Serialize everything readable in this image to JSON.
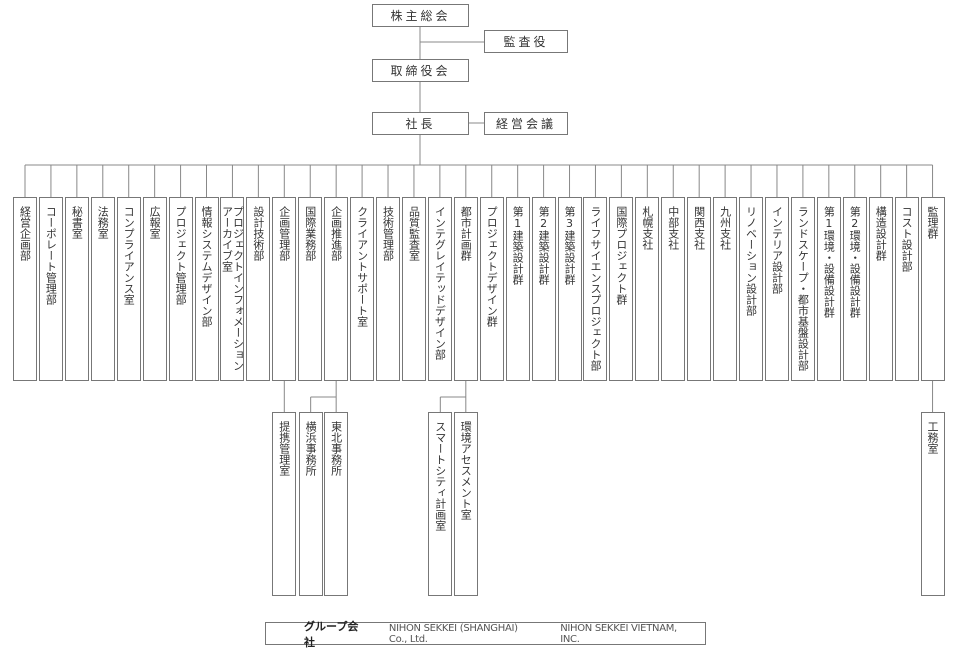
{
  "top": {
    "shareholders": "株主総会",
    "auditor": "監査役",
    "board": "取締役会",
    "president": "社長",
    "management_council": "経営会議"
  },
  "departments": [
    "経営企画部",
    "コーポレート管理部",
    "秘書室",
    "法務室",
    "コンプライアンス室",
    "広報室",
    "プロジェクト管理部",
    "情報システムデザイン部",
    "プロジェクトインフォメーションアーカイブ室",
    "設計技術部",
    "企画管理部",
    "国際業務部",
    "企画推進部",
    "クライアントサポート室",
    "技術管理部",
    "品質監査室",
    "インテグレイテッドデザイン部",
    "都市計画群",
    "プロジェクトデザイン群",
    "第1建築設計群",
    "第2建築設計群",
    "第3建築設計群",
    "ライフサイエンスプロジェクト部",
    "国際プロジェクト群",
    "札幌支社",
    "中部支社",
    "関西支社",
    "九州支社",
    "リノベーション設計部",
    "インテリア設計部",
    "ランドスケープ・都市基盤設計部",
    "第1環境・設備設計群",
    "第2環境・設備設計群",
    "構造設計群",
    "コスト設計部",
    "監理群"
  ],
  "sub_units": [
    {
      "parent": 10,
      "names": [
        "提携管理室"
      ]
    },
    {
      "parent": 12,
      "names": [
        "横浜事務所",
        "東北事務所"
      ]
    },
    {
      "parent": 17,
      "names": [
        "スマートシティ計画室",
        "環境アセスメント室"
      ]
    },
    {
      "parent": 35,
      "names": [
        "工務室"
      ]
    }
  ],
  "footer": {
    "label": "グループ会社",
    "companies": [
      "NIHON SEKKEI (SHANGHAI) Co., Ltd.",
      "NIHON SEKKEI VIETNAM, INC."
    ]
  }
}
